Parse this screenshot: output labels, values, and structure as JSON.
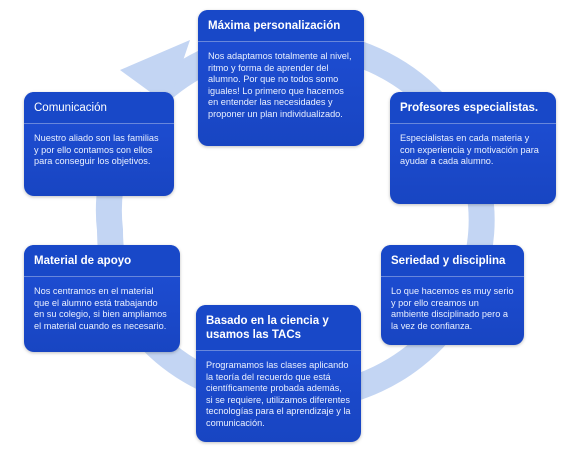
{
  "cards": [
    {
      "id": "maxima",
      "title": "Máxima personalización",
      "text": "Nos adaptamos totalmente al nivel, ritmo y forma de aprender del alumno. Por que no todos somo iguales! Lo primero que hacemos en entender las necesidades y proponer un plan individualizado."
    },
    {
      "id": "profesores",
      "title": "Profesores especialistas.",
      "text": "Especialistas en cada materia y con experiencia y motivación para ayudar a cada alumno."
    },
    {
      "id": "seriedad",
      "title": "Seriedad y disciplina",
      "text": "Lo que hacemos es muy serio y por ello  creamos  un ambiente disciplinado pero a la vez de confianza."
    },
    {
      "id": "ciencia",
      "title": "Basado en la ciencia y usamos las TACs",
      "text": "Programamos las clases aplicando la teoría del recuerdo que está científicamente probada además, si se requiere, utilizamos diferentes tecnologías para el aprendizaje y la comunicación."
    },
    {
      "id": "material",
      "title": "Material de apoyo",
      "text": "Nos centramos en el material que el alumno está trabajando en su colegio, si bien ampliamos el material cuando es necesario."
    },
    {
      "id": "comunicacion",
      "title": "Comunicación",
      "text": "Nuestro aliado son las familias y por ello contamos con ellos para conseguir los objetivos."
    }
  ],
  "colors": {
    "card": "#1a49c8",
    "ring": "#c3d5f3"
  }
}
